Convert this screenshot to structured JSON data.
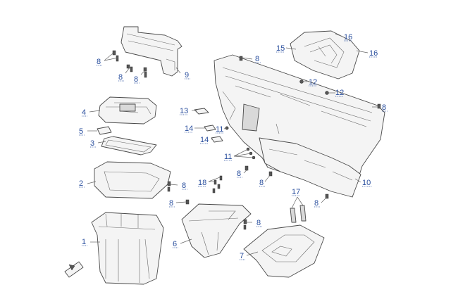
{
  "colors": {
    "callout": "#2a4f9e",
    "line": "#4a4a4a",
    "fill": "#f4f4f4"
  },
  "callouts": {
    "c1": "1",
    "c2": "2",
    "c3": "3",
    "c4": "4",
    "c5": "5",
    "c6": "6",
    "c7": "7",
    "c8a": "8",
    "c8b": "8",
    "c8c": "8",
    "c8d": "8",
    "c8e": "8",
    "c8f": "8",
    "c8g": "8",
    "c8h": "8",
    "c8i": "8",
    "c8j": "8",
    "c8k": "8",
    "c9": "9",
    "c10": "10",
    "c11a": "11",
    "c11b": "11",
    "c12a": "12",
    "c12b": "12",
    "c13": "13",
    "c14a": "14",
    "c14b": "14",
    "c15": "15",
    "c16a": "16",
    "c16b": "16",
    "c17": "17",
    "c18": "18"
  },
  "icons": {
    "orientation": "arrow-icon"
  }
}
